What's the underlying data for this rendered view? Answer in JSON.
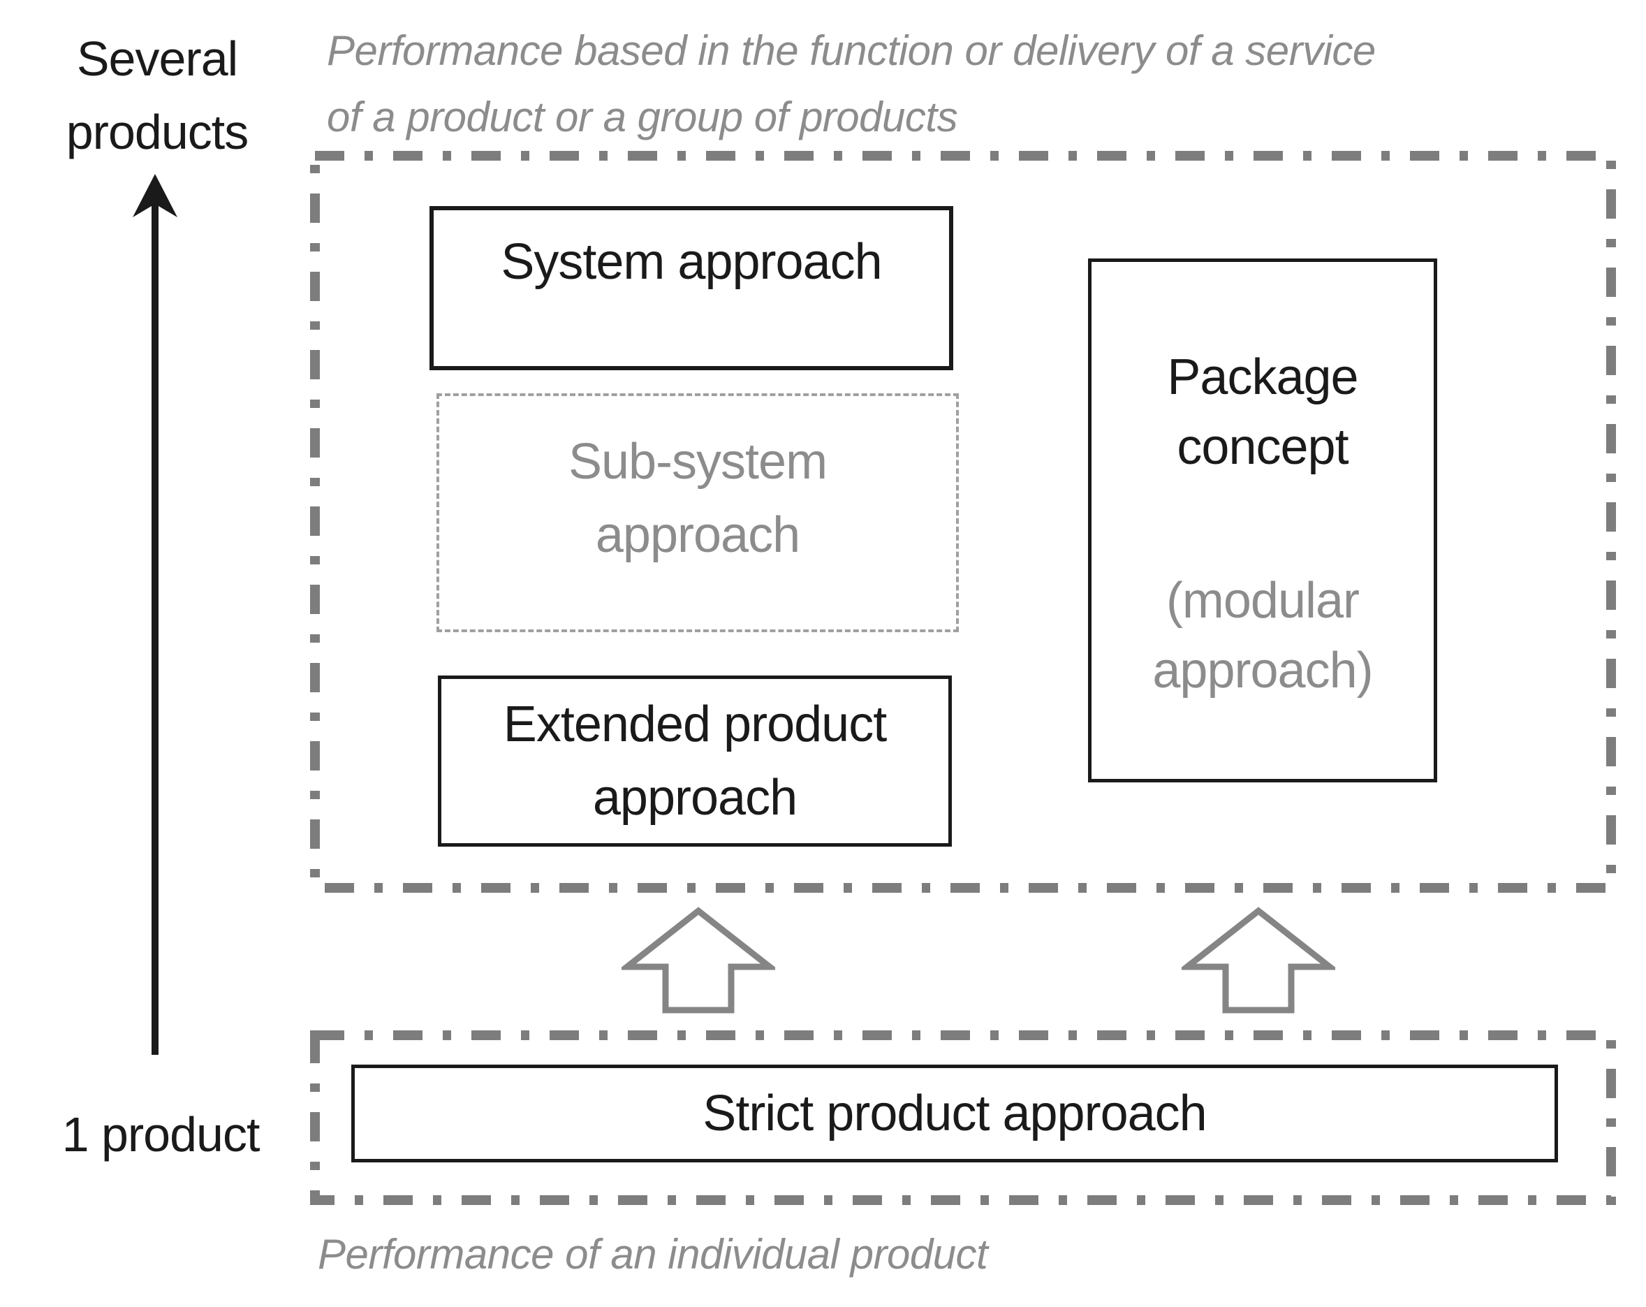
{
  "colors": {
    "background": "#ffffff",
    "black": "#1a1a1a",
    "gray_text": "#8c8c8c",
    "dashdot_border": "#7d7d7d",
    "subsystem_border": "#a0a0a0",
    "arrow_outline": "#858585"
  },
  "axis": {
    "top_label_line1": "Several",
    "top_label_line2": "products",
    "bottom_label": "1 product"
  },
  "captions": {
    "upper_line1": "Performance based in the function or delivery of a service",
    "upper_line2": "of a product or a group of products",
    "lower": "Performance of an individual product"
  },
  "diagram": {
    "system_box": {
      "label": "System approach"
    },
    "subsystem_box": {
      "line1": "Sub-system",
      "line2": "approach"
    },
    "extended_box": {
      "line1": "Extended product",
      "line2": "approach"
    },
    "package_box": {
      "title_line1": "Package",
      "title_line2": "concept",
      "note_line1": "(modular",
      "note_line2": "approach)"
    },
    "strict_box": {
      "label": "Strict product approach"
    }
  }
}
